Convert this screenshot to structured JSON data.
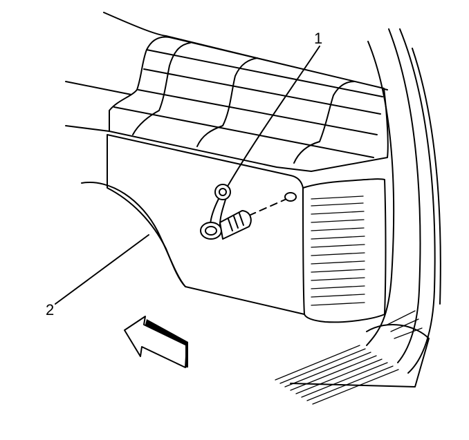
{
  "diagram": {
    "callouts": [
      {
        "id": "1",
        "text": "1"
      },
      {
        "id": "2",
        "text": "2"
      }
    ],
    "colors": {
      "line": "#000000",
      "background": "#ffffff"
    }
  }
}
